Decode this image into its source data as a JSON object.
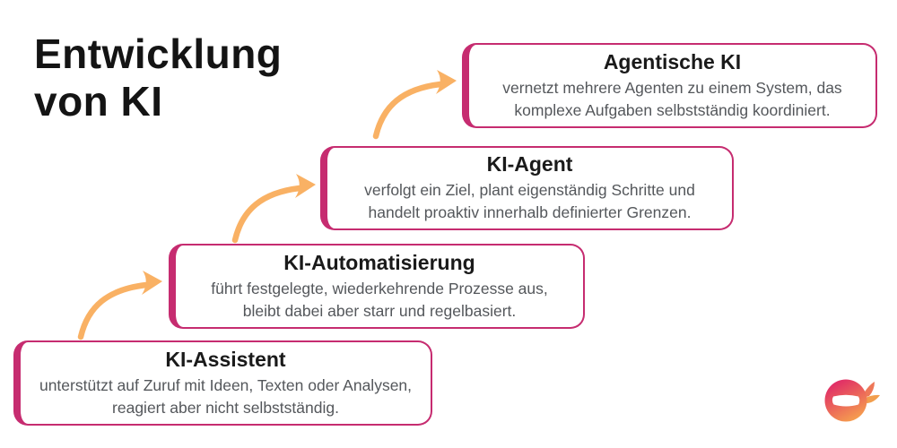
{
  "title": {
    "line1": "Entwicklung",
    "line2": "von KI"
  },
  "stages": [
    {
      "heading": "KI-Assistent",
      "description": "unterstützt auf Zuruf mit Ideen, Texten oder Analysen, reagiert aber nicht selbstständig."
    },
    {
      "heading": "KI-Automatisierung",
      "description": "führt festgelegte, wiederkehrende Prozesse aus, bleibt dabei aber starr und regelbasiert."
    },
    {
      "heading": "KI-Agent",
      "description": "verfolgt ein Ziel, plant eigenständig Schritte und handelt proaktiv innerhalb definierter Grenzen."
    },
    {
      "heading": "Agentische KI",
      "description": "vernetzt mehrere Agenten zu einem System, das komplexe Aufgaben selbstständig koordiniert."
    }
  ],
  "colors": {
    "box_border": "#C62C70",
    "arrow": "#F9B164",
    "heading_text": "#1A1A1A",
    "body_text": "#54575B",
    "title_text": "#141414",
    "logo_gradient_top": "#DE2069",
    "logo_gradient_bottom": "#F6A14E",
    "logo_knot_upper": "#EE7758",
    "logo_knot_lower": "#F29E4D"
  },
  "icons": {
    "arrow_icon": "curved-up-right-arrow",
    "logo_icon": "ninja-mascot-logo"
  }
}
